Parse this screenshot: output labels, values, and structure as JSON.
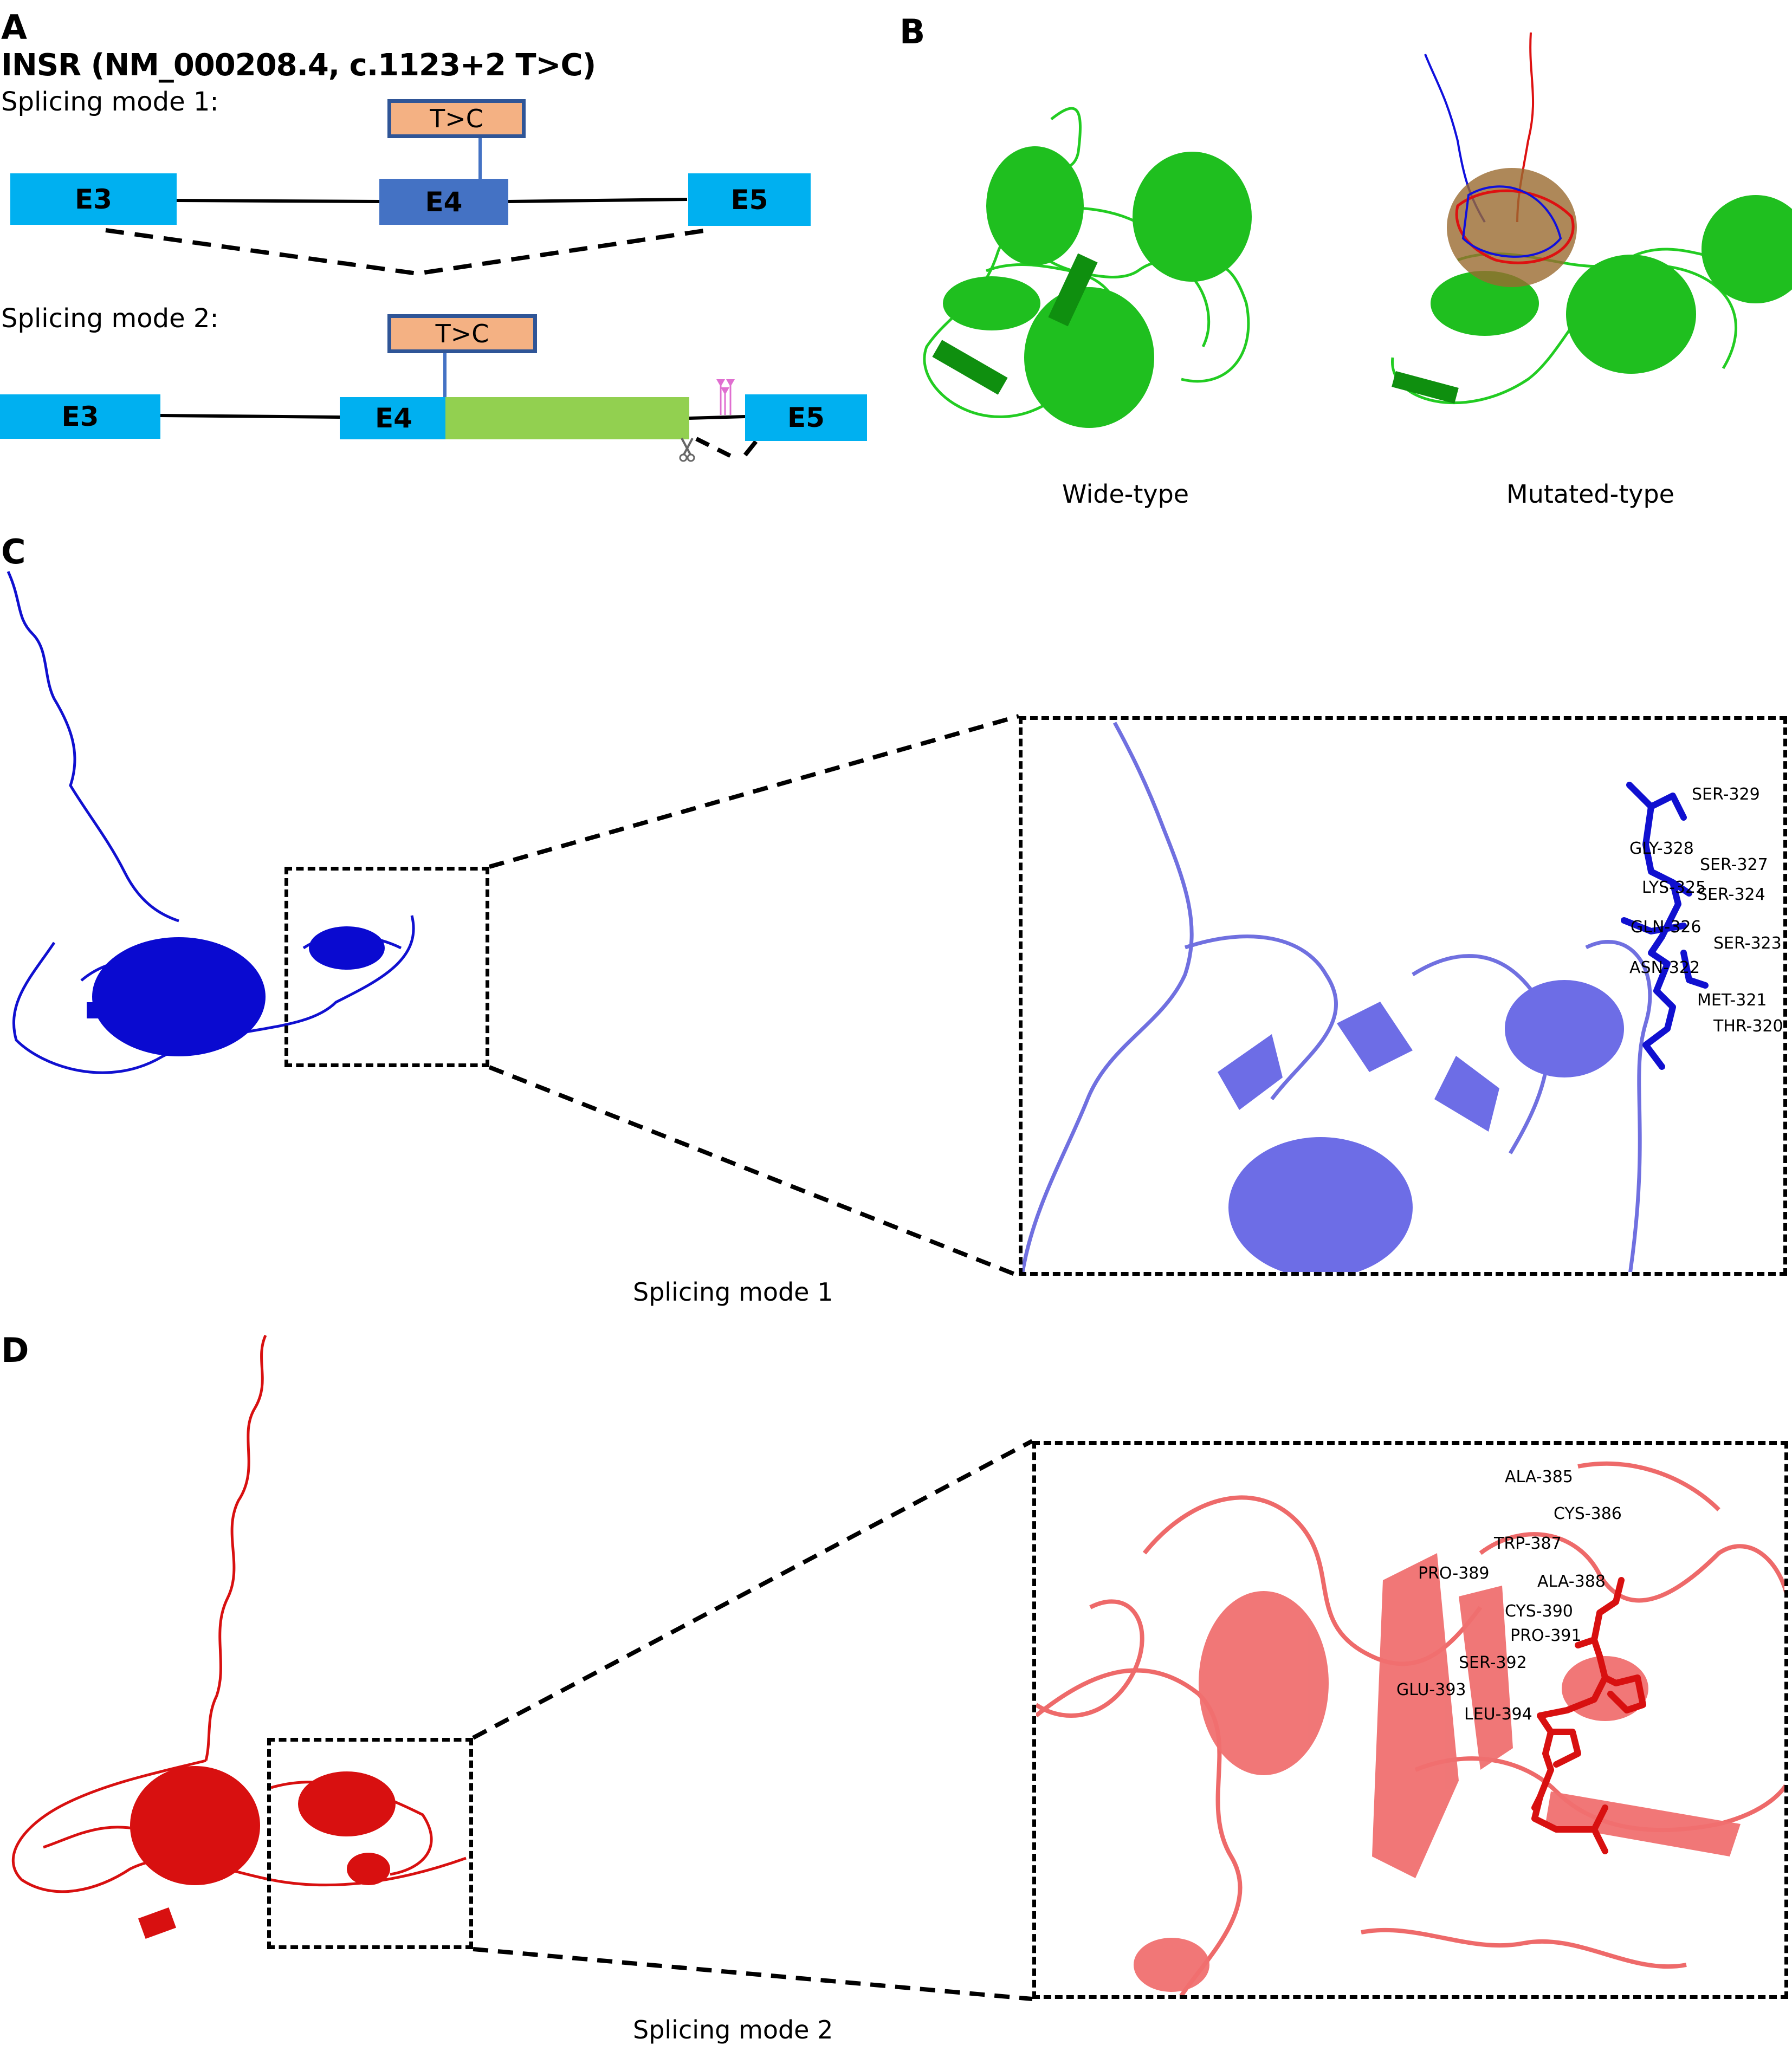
{
  "panels": {
    "A": {
      "letter": "A",
      "title": "INSR (NM_000208.4, c.1123+2 T>C)",
      "mode1": {
        "label": "Splicing mode 1:",
        "mutation": "T>C",
        "exons": [
          "E3",
          "E4",
          "E5"
        ]
      },
      "mode2": {
        "label": "Splicing mode 2:",
        "mutation": "T>C",
        "exons": [
          "E3",
          "E4",
          "E5"
        ]
      },
      "colors": {
        "exon": "#00b0f0",
        "mutated_exon": "#4472c4",
        "retained_intron": "#92d050",
        "mutation_box": "#f4b183",
        "ptc_marker": "#e06fd0"
      }
    },
    "B": {
      "letter": "B",
      "wildtype_caption": "Wide-type",
      "mutated_caption": "Mutated-type",
      "colors": {
        "wildtype": "#22cc22",
        "mode1": "#1010dd",
        "mode2": "#dd1111"
      }
    },
    "C": {
      "letter": "C",
      "caption": "Splicing mode 1",
      "color": "#1010d0",
      "residues": [
        "SER-329",
        "GLY-328",
        "SER-327",
        "LYS-325",
        "SER-324",
        "GLN-326",
        "SER-323",
        "ASN-322",
        "MET-321",
        "THR-320"
      ]
    },
    "D": {
      "letter": "D",
      "caption": "Splicing mode 2",
      "color": "#d81010",
      "residues": [
        "ALA-385",
        "CYS-386",
        "TRP-387",
        "PRO-389",
        "ALA-388",
        "CYS-390",
        "PRO-391",
        "SER-392",
        "GLU-393",
        "LEU-394"
      ]
    }
  }
}
